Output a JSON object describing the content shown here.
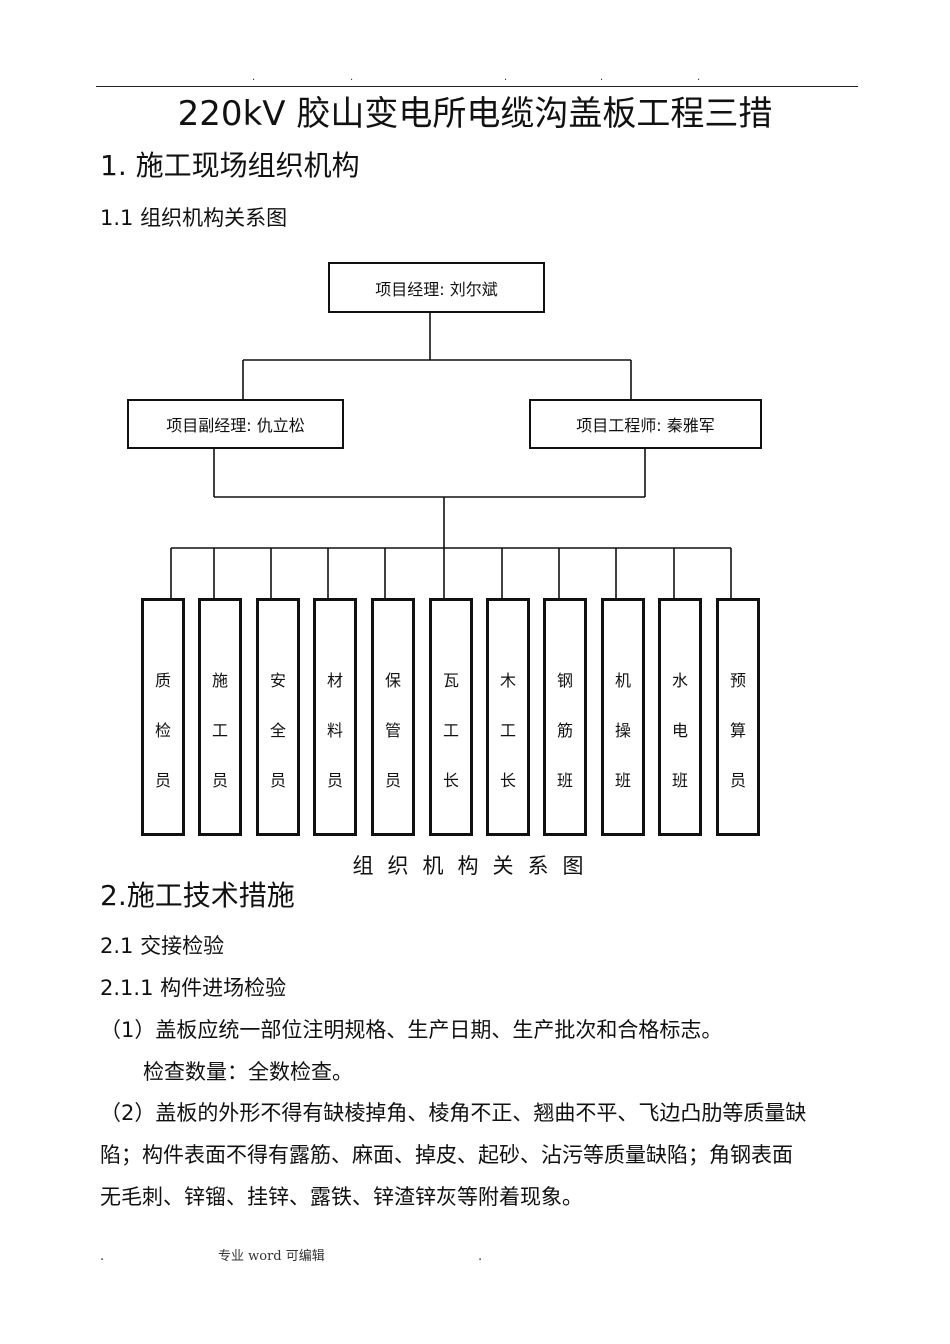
{
  "title": "220kV 胶山变电所电缆沟盖板工程三措",
  "section1": {
    "heading": "1.  施工现场组织机构",
    "sub": "1.1 组织机构关系图"
  },
  "org": {
    "manager": "项目经理:  刘尔斌",
    "deputy": "项目副经理:    仇立松",
    "engineer": "项目工程师:  秦雅军",
    "staff": [
      [
        "质",
        "检",
        "员"
      ],
      [
        "施",
        "工",
        "员"
      ],
      [
        "安",
        "全",
        "员"
      ],
      [
        "材",
        "料",
        "员"
      ],
      [
        "保",
        "管",
        "员"
      ],
      [
        "瓦",
        "工",
        "长"
      ],
      [
        "木",
        "工",
        "长"
      ],
      [
        "钢",
        "筋",
        "班"
      ],
      [
        "机",
        "操",
        "班"
      ],
      [
        "水",
        "电",
        "班"
      ],
      [
        "预",
        "算",
        "员"
      ]
    ],
    "caption": "组织机构关系图"
  },
  "section2": {
    "heading": "2.施工技术措施",
    "sub1": "2.1 交接检验",
    "sub2": "2.1.1 构件进场检验",
    "item1": "（1）盖板应统一部位注明规格、生产日期、生产批次和合格标志。",
    "item1_note": "检查数量：全数检查。",
    "item2_line1": "（2）盖板的外形不得有缺棱掉角、棱角不正、翘曲不平、飞边凸肋等质量缺",
    "item2_line2": "陷；构件表面不得有露筋、麻面、掉皮、起砂、沾污等质量缺陷；角钢表面",
    "item2_line3": "无毛刺、锌镏、挂锌、露铁、锌渣锌灰等附着现象。"
  },
  "footer": {
    "dot_left": ".",
    "text": "专业 word 可编辑",
    "dot_right": "."
  },
  "header_dots": [
    ".",
    ".",
    ".",
    ".",
    "."
  ]
}
